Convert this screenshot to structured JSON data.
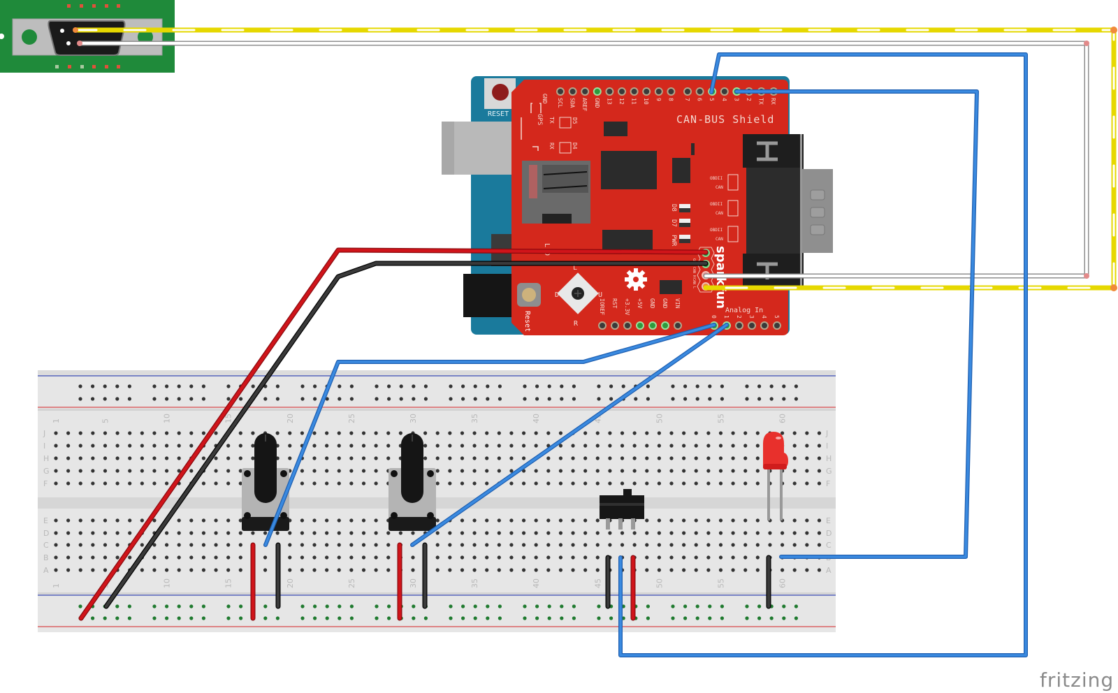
{
  "app": {
    "watermark": "fritzing"
  },
  "colors": {
    "breadboard": "#e6e6e6",
    "rail_red": "#d8484a",
    "rail_blue": "#3b4bb5",
    "shield_red": "#d4281c",
    "arduino_blue": "#1a7a9c",
    "wire_red": "#c8141a",
    "wire_black": "#2a2a2a",
    "wire_blue": "#2e7bd6",
    "wire_yellow": "#f2e600",
    "wire_white": "#ffffff",
    "pcb_green": "#1f8a3a",
    "led_red": "#e8302c"
  },
  "db9_module": {
    "name": "DB9 breakout"
  },
  "arduino": {
    "reset_label": "RESET"
  },
  "shield": {
    "title": "CAN-BUS Shield",
    "brand": "sparkfun",
    "digital_pins": [
      "GND",
      "SCL",
      "SDA",
      "AREF",
      "GND",
      "13",
      "12",
      "11",
      "10",
      "9",
      "8",
      "7",
      "6",
      "5",
      "4",
      "3",
      "2",
      "TX",
      "RX"
    ],
    "power_pins": [
      "IOREF",
      "RST",
      "+3.3V",
      "+5V",
      "GND",
      "GND",
      "VIN"
    ],
    "analog_label": "Analog In",
    "analog_pins": [
      "0",
      "1",
      "2",
      "3",
      "4",
      "5"
    ],
    "gps_label": "GPS",
    "tx_label": "TX",
    "rx_label": "RX",
    "d5": "D5",
    "d4": "D4",
    "leds": [
      "D8",
      "D7",
      "PWR"
    ],
    "obd_labels": [
      {
        "top": "OBDII",
        "bottom": "CAN"
      },
      {
        "top": "OBDII",
        "bottom": "CAN"
      },
      {
        "top": "OBDII",
        "bottom": "CAN"
      }
    ],
    "can_header": [
      "5V",
      "GND",
      "CAN H",
      "CAN L"
    ],
    "joystick": {
      "up": "U",
      "down": "D",
      "left": "L",
      "right": "R",
      "click": "L"
    },
    "reset_label": "Reset",
    "ld_label": "L D"
  },
  "breadboard": {
    "row_letters_top": [
      "J",
      "I",
      "H",
      "G",
      "F"
    ],
    "row_letters_bottom": [
      "E",
      "D",
      "C",
      "B",
      "A"
    ],
    "column_numbers": [
      "1",
      "5",
      "10",
      "15",
      "20",
      "25",
      "30",
      "35",
      "40",
      "45",
      "50",
      "55",
      "60"
    ]
  },
  "components": {
    "potentiometers": [
      {
        "name": "potentiometer-1",
        "column": 18
      },
      {
        "name": "potentiometer-2",
        "column": 30
      }
    ],
    "slide_switch": {
      "columns": [
        46,
        47,
        48
      ]
    },
    "led": {
      "color": "red",
      "columns": [
        59,
        60
      ]
    }
  },
  "wires": [
    {
      "name": "wire-5v-red",
      "color": "red",
      "from": "shield CAN header 5V",
      "to": "breadboard + rail"
    },
    {
      "name": "wire-gnd-black",
      "color": "black",
      "from": "shield CAN header GND",
      "to": "breadboard - rail"
    },
    {
      "name": "wire-can-h",
      "color": "white",
      "from": "shield CAN H",
      "to": "DB9 module"
    },
    {
      "name": "wire-can-l",
      "color": "yellow",
      "from": "shield CAN L",
      "to": "DB9 module"
    },
    {
      "name": "wire-a0",
      "color": "blue",
      "from": "shield A0",
      "to": "potentiometer-1 wiper"
    },
    {
      "name": "wire-a1",
      "color": "blue",
      "from": "shield A1",
      "to": "potentiometer-2 wiper"
    },
    {
      "name": "wire-d5",
      "color": "blue",
      "from": "shield D5",
      "to": "slide switch"
    },
    {
      "name": "wire-d3",
      "color": "blue",
      "from": "shield D3",
      "to": "LED anode"
    }
  ]
}
